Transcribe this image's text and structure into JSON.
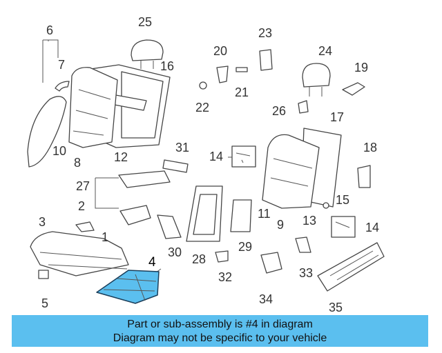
{
  "diagram": {
    "highlight_color": "#5bbfef",
    "highlighted_part": "4",
    "callouts": {
      "c2": "2",
      "c3": "3",
      "c4": "4",
      "c5": "5",
      "c6": "6",
      "c7": "7",
      "c8": "8",
      "c9": "9",
      "c10": "10",
      "c11": "11",
      "c12": "12",
      "c13": "13",
      "c14a": "14",
      "c14b": "14",
      "c15": "15",
      "c16": "16",
      "c17": "17",
      "c18": "18",
      "c19": "19",
      "c20": "20",
      "c21": "21",
      "c22": "22",
      "c23": "23",
      "c24": "24",
      "c25": "25",
      "c26": "26",
      "c27": "27",
      "c28": "28",
      "c29": "29",
      "c30": "30",
      "c31": "31",
      "c32": "32",
      "c33": "33",
      "c34": "34",
      "c35": "35",
      "c1": "1"
    }
  },
  "banner": {
    "line1": "Part or sub-assembly is #4 in diagram",
    "line2": "Diagram may not be specific to your vehicle",
    "background": "#5bbfef"
  }
}
